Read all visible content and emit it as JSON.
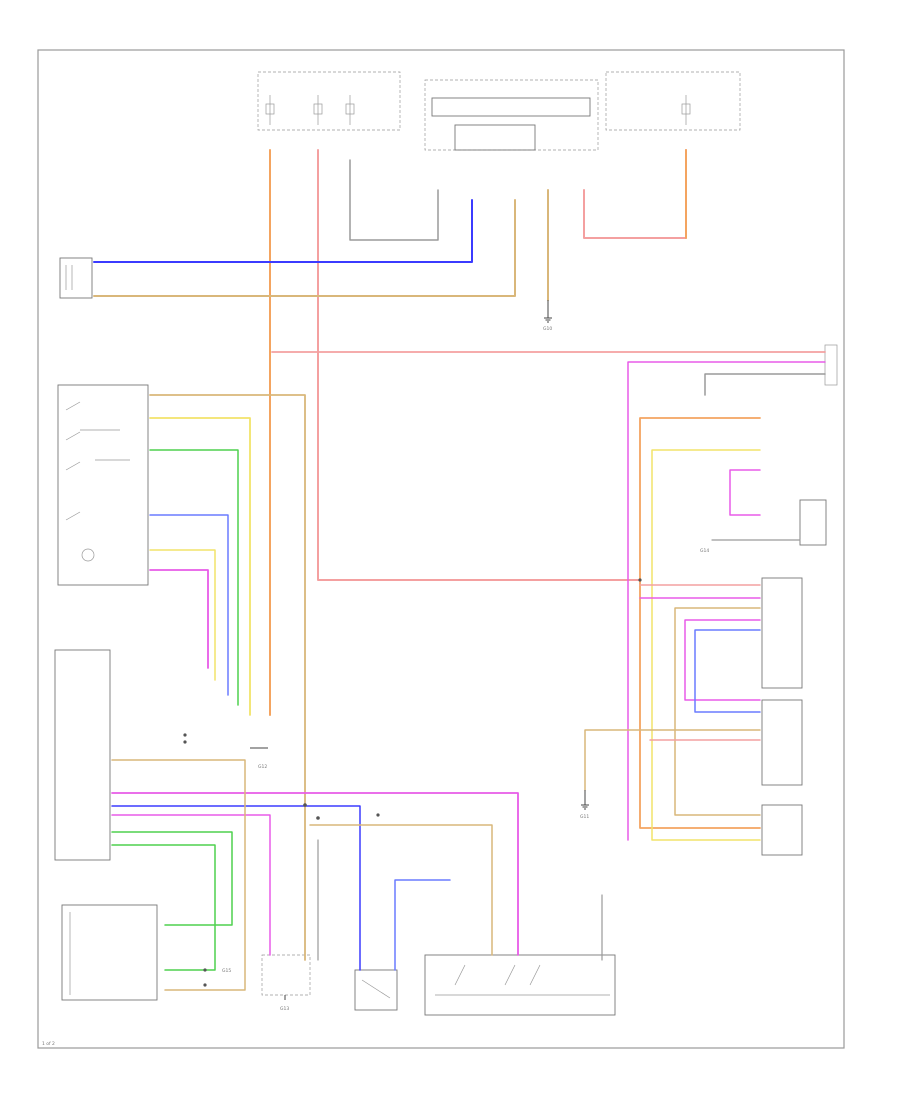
{
  "footer": {
    "page_code": "1 of 2"
  },
  "colors": {
    "orange": "#f4a460",
    "pink": "#f4a0a0",
    "blue": "#3b3bff",
    "tan": "#d9b77a",
    "yellow": "#f2e36a",
    "green": "#4fd14f",
    "magenta": "#e85be8",
    "gray": "#9a9a9a",
    "lightblue": "#6a7cff"
  },
  "labels": {
    "ground_1": "G10",
    "ground_2": "G11",
    "ground_3": "G12",
    "ground_4": "G13",
    "ground_5": "G14",
    "ground_6": "G15"
  }
}
